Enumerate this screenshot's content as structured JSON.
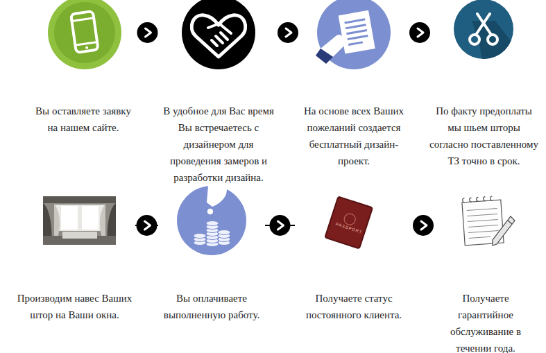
{
  "diagram": {
    "nodes": [
      {
        "text": [
          "Вы оставляете заявку на нашем сайте."
        ]
      },
      {
        "text": [
          "В удобное для Вас время Вы встречаетесь с дизайнером для проведения замеров и разработки дизайна."
        ]
      },
      {
        "text": [
          "На основе всех Ваших пожеланий создается бесплатный дизайн-проект."
        ]
      },
      {
        "text": [
          "По факту предоплаты мы шьем шторы согласно поставленному ТЗ точно в срок."
        ]
      },
      {
        "text": [
          "Производим навес Ваших штор на Ваши окна."
        ]
      },
      {
        "text": [
          "Вы оплачиваете выполненную работу."
        ]
      },
      {
        "text": [
          "Получаете статус постоянного клиента."
        ]
      },
      {
        "text": [
          "Получаете гарантийное обслуживание в течении года."
        ]
      }
    ],
    "edges": [
      {
        "from": 0,
        "to": 1,
        "arrow": "to"
      },
      {
        "from": 1,
        "to": 2,
        "arrow": "to"
      },
      {
        "from": 2,
        "to": 3,
        "arrow": "to"
      },
      {
        "from": 4,
        "to": 5,
        "arrow": "to"
      },
      {
        "from": 5,
        "to": 6,
        "arrow": "to"
      },
      {
        "from": 6,
        "to": 7,
        "arrow": "to"
      }
    ],
    "labels": [
      "PASSPORT"
    ]
  }
}
